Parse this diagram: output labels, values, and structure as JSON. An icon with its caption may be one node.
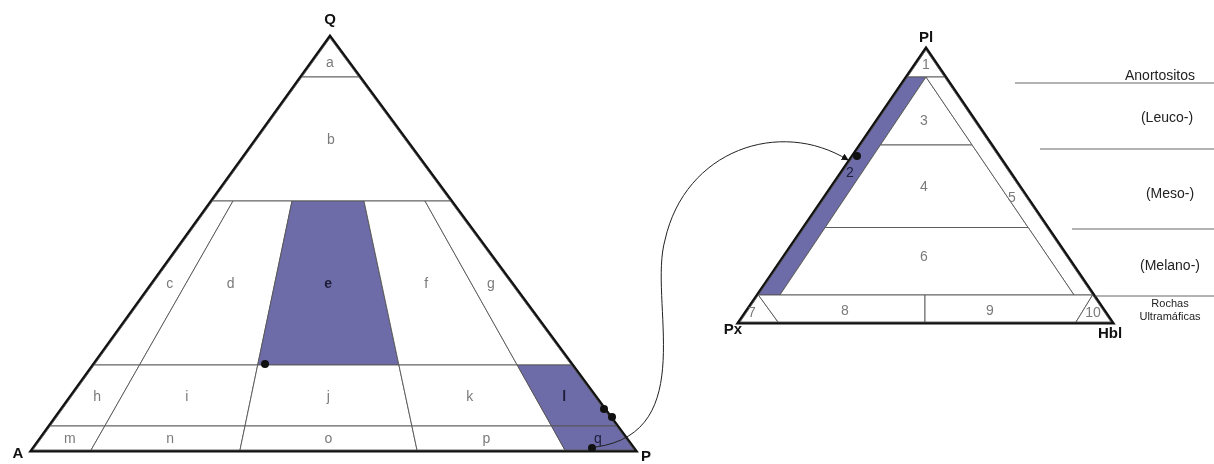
{
  "diagram": {
    "nodes": [
      {
        "text": [
          "Q",
          "A",
          "P"
        ]
      },
      {
        "text": [
          "a"
        ],
        "in": 0
      },
      {
        "text": [
          "b"
        ],
        "in": 0
      },
      {
        "text": [
          "c"
        ],
        "in": 0
      },
      {
        "text": [
          "d"
        ],
        "in": 0
      },
      {
        "text": [
          "e"
        ],
        "in": 0
      },
      {
        "text": [
          "f"
        ],
        "in": 0
      },
      {
        "text": [
          "g"
        ],
        "in": 0
      },
      {
        "text": [
          "h"
        ],
        "in": 0
      },
      {
        "text": [
          "i"
        ],
        "in": 0
      },
      {
        "text": [
          "j"
        ],
        "in": 0
      },
      {
        "text": [
          "k"
        ],
        "in": 0
      },
      {
        "text": [
          "l"
        ],
        "in": 0
      },
      {
        "text": [
          "m"
        ],
        "in": 0
      },
      {
        "text": [
          "n"
        ],
        "in": 0
      },
      {
        "text": [
          "o"
        ],
        "in": 0
      },
      {
        "text": [
          "p"
        ],
        "in": 0
      },
      {
        "text": [
          "q"
        ],
        "in": 0
      },
      {
        "text": [
          "Pl",
          "Px",
          "Hbl"
        ]
      },
      {
        "text": [
          "1"
        ],
        "in": 18
      },
      {
        "text": [
          "2"
        ],
        "in": 18
      },
      {
        "text": [
          "3"
        ],
        "in": 18
      },
      {
        "text": [
          "4"
        ],
        "in": 18
      },
      {
        "text": [
          "5"
        ],
        "in": 18
      },
      {
        "text": [
          "6"
        ],
        "in": 18
      },
      {
        "text": [
          "7"
        ],
        "in": 18
      },
      {
        "text": [
          "8"
        ],
        "in": 18
      },
      {
        "text": [
          "9"
        ],
        "in": 18
      },
      {
        "text": [
          "10"
        ],
        "in": 18
      }
    ],
    "edges": [
      {
        "from": 17,
        "to": 20,
        "arrow": "to"
      }
    ],
    "labels": [
      "Anortositos",
      "(Leuco-)",
      "(Meso-)",
      "(Melano-)",
      "Rochas Ultramáficas"
    ]
  }
}
